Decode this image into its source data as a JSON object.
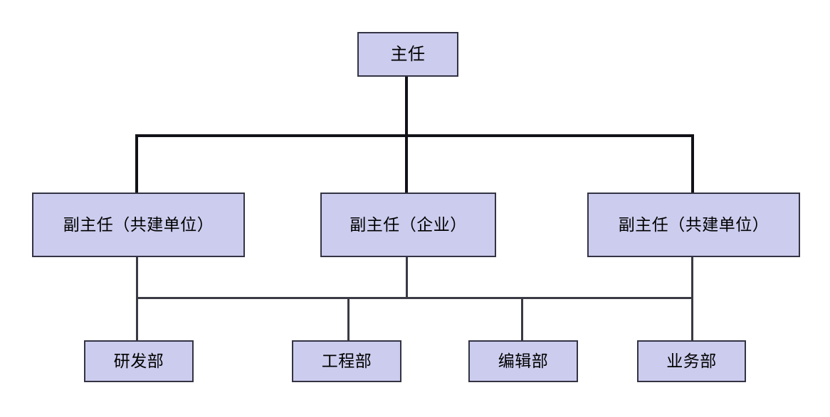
{
  "chart": {
    "type": "org-chart",
    "title": "",
    "background_color": "#ffffff",
    "node_fill_color": "#ccccee",
    "node_border_color": "#333344",
    "connector_color": "#2b2b33",
    "levels": 3
  },
  "nodes": {
    "root": {
      "label": "主任",
      "level": 1
    },
    "deputies": [
      {
        "label": "副主任（共建单位）",
        "level": 2
      },
      {
        "label": "副主任（企业）",
        "level": 2
      },
      {
        "label": "副主任（共建单位）",
        "level": 2
      }
    ],
    "departments": [
      {
        "label": "研发部",
        "level": 3
      },
      {
        "label": "工程部",
        "level": 3
      },
      {
        "label": "编辑部",
        "level": 3
      },
      {
        "label": "业务部",
        "level": 3
      }
    ]
  },
  "edges": [
    {
      "from": "主任",
      "to": "副主任（共建单位）"
    },
    {
      "from": "主任",
      "to": "副主任（企业）"
    },
    {
      "from": "主任",
      "to": "副主任（共建单位）"
    },
    {
      "from": "副主任（共建单位）",
      "to": "研发部"
    },
    {
      "from": "副主任（企业）",
      "to": "工程部"
    },
    {
      "from": "副主任（企业）",
      "to": "编辑部"
    },
    {
      "from": "副主任（共建单位）",
      "to": "业务部"
    }
  ]
}
